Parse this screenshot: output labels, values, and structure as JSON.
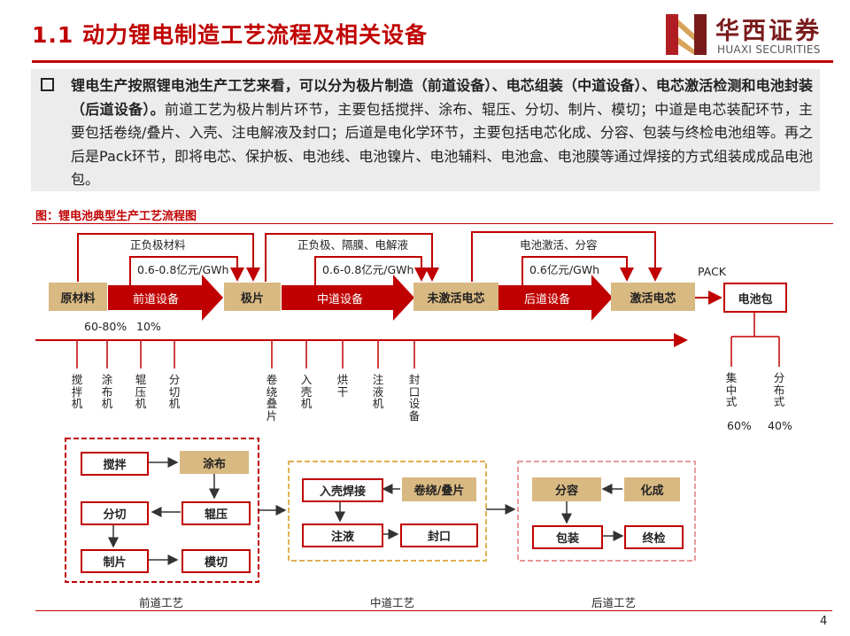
{
  "header": {
    "title": "1.1 动力锂电制造工艺流程及相关设备",
    "logo_cn": "华西证券",
    "logo_en": "HUAXI SECURITIES"
  },
  "intro": {
    "lead": "锂电生产按照锂电池生产工艺来看，可以分为极片制造（前道设备）、电芯组装（中道设备）、电芯激活检测和电池封装（后道设备）。",
    "body": "前道工艺为极片制片环节，主要包括搅拌、涂布、辊压、分切、制片、模切；中道是电芯装配环节，主要包括卷绕/叠片、入壳、注电解液及封口；后道是电化学环节，主要包括电芯化成、分容、包装与终检电池组等。再之后是Pack环节，即将电芯、保护板、电池线、电池镍片、电池辅料、电池盒、电池膜等通过焊接的方式组装成成品电池包。"
  },
  "figure": {
    "caption": "图：锂电池典型生产工艺流程图",
    "nodes": {
      "raw": "原材料",
      "electrode": "极片",
      "inactive": "未激活电芯",
      "activated": "激活电芯",
      "pack": "电池包"
    },
    "arrows": {
      "front": "前道设备",
      "middle": "中道设备",
      "back": "后道设备"
    },
    "inputs": {
      "front": "正负极材料",
      "middle": "正负极、隔膜、电解液",
      "back": "电池激活、分容"
    },
    "values": {
      "front": "0.6-0.8亿元/GWh",
      "middle": "0.6-0.8亿元/GWh",
      "back": "0.6亿元/GWh",
      "raw_share": "60-80%",
      "front_share": "10%",
      "pack_label": "PACK"
    },
    "equipment": [
      "搅拌机",
      "涂布机",
      "辊压机",
      "分切机",
      "卷绕叠片",
      "入壳机",
      "烘干",
      "注液机",
      "封口设备",
      "集中式",
      "分布式"
    ],
    "pack_shares": [
      "60%",
      "40%"
    ],
    "front_process": [
      "搅拌",
      "涂布",
      "分切",
      "辊压",
      "制片",
      "模切"
    ],
    "middle_process": [
      "入壳焊接",
      "卷绕/叠片",
      "注液",
      "封口"
    ],
    "back_process": [
      "分容",
      "化成",
      "包装",
      "终检"
    ],
    "stage_labels": [
      "前道工艺",
      "中道工艺",
      "后道工艺"
    ]
  },
  "page_number": "4",
  "colors": {
    "accent": "#c00000",
    "tan": "#d9b982",
    "gold_dash": "#e0b050",
    "pink_dash": "#e89a9a",
    "intro_bg": "#ececec"
  }
}
